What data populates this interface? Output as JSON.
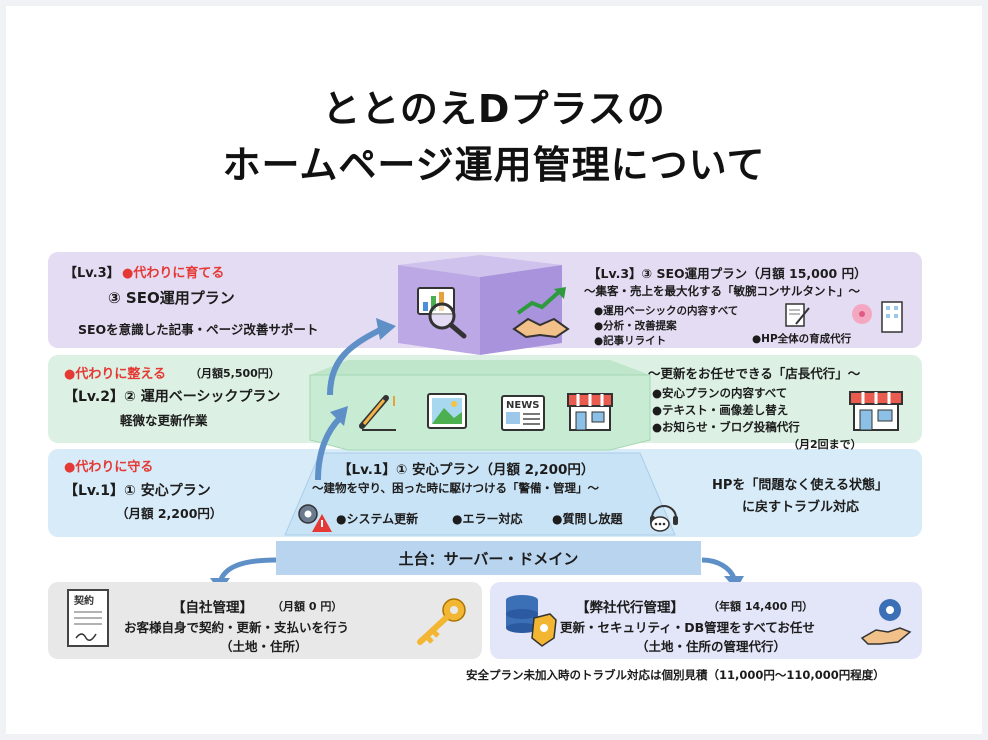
{
  "title": {
    "line1": "ととのえDプラスの",
    "line2": "ホームページ運用管理について"
  },
  "lv3": {
    "left_tag": "【Lv.3】",
    "left_role": "●代わりに育てる",
    "left_name": "③ SEO運用プラン",
    "left_desc": "SEOを意識した記事・ページ改善サポート",
    "right_head": "【Lv.3】③ SEO運用プラン（月額 15,000 円）",
    "right_sub": "〜集客・売上を最大化する「敏腕コンサルタント」〜",
    "items": [
      "●運用ベーシックの内容すべて",
      "●分析・改善提案",
      "●記事リライト"
    ],
    "extra": "●HP全体の育成代行"
  },
  "lv2": {
    "left_role": "●代わりに整える",
    "left_price": "（月額5,500円）",
    "left_name": "【Lv.2】② 運用ベーシックプラン",
    "left_desc": "軽微な更新作業",
    "right_sub": "〜更新をお任せできる「店長代行」〜",
    "items": [
      "●安心プランの内容すべて",
      "●テキスト・画像差し替え",
      "●お知らせ・ブログ投稿代行"
    ],
    "note": "（月2回まで）"
  },
  "lv1": {
    "left_role": "●代わりに守る",
    "left_name": "【Lv.1】① 安心プラン",
    "left_price": "（月額 2,200円）",
    "center_head": "【Lv.1】① 安心プラン（月額 2,200円）",
    "center_sub": "〜建物を守り、困った時に駆けつける「警備・管理」〜",
    "features": [
      "●システム更新",
      "●エラー対応",
      "●質問し放題"
    ],
    "right_line1": "HPを「問題なく使える状態」",
    "right_line2": "に戻すトラブル対応"
  },
  "foundation": {
    "label": "土台：サーバー・ドメイン"
  },
  "self": {
    "doc_label": "契約",
    "head": "【自社管理】",
    "price": "（月額 0 円）",
    "line1": "お客様自身で契約・更新・支払いを行う",
    "line2": "（土地・住所）"
  },
  "agency": {
    "head": "【弊社代行管理】",
    "price": "（年額 14,400 円）",
    "line1": "更新・セキュリティ・DB管理をすべてお任せ",
    "line2": "（土地・住所の管理代行）"
  },
  "footnote": "安全プラン未加入時のトラブル対応は個別見積（11,000円〜110,000円程度）",
  "icon_labels": {
    "news": "NEWS"
  },
  "colors": {
    "lv3_band": "#e4dcf3",
    "lv2_band": "#dcf1e3",
    "lv1_band": "#d8ebf8",
    "foundation": "#b8d4ee",
    "gray": "#e8e8e8",
    "agency": "#e3e6f8",
    "accent_red": "#e53935"
  }
}
